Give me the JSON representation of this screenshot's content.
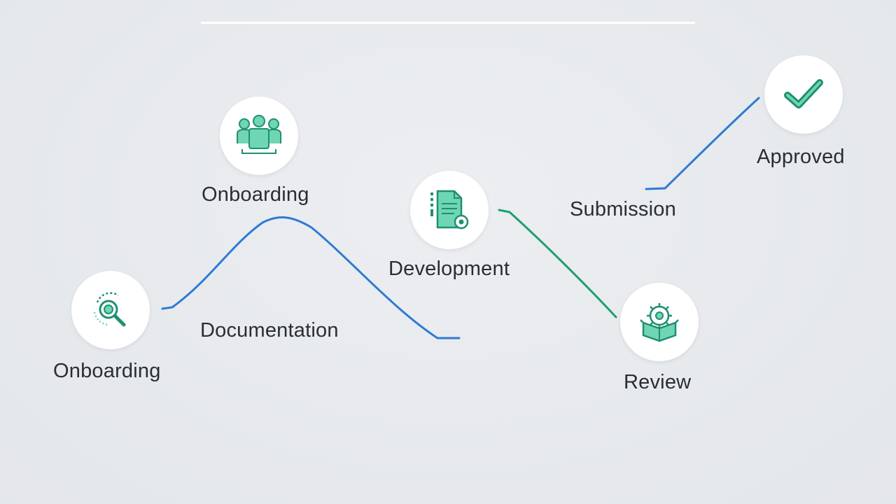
{
  "accents": {
    "primary_line": "#2f7ad6",
    "secondary_line": "#1f9e6f",
    "icon_teal": "#1f8f72",
    "icon_fill": "#6fd6b4"
  },
  "steps": [
    {
      "label": "Onboarding",
      "icon": "magnifier-icon"
    },
    {
      "label": "Onboarding",
      "icon": "team-icon"
    },
    {
      "label": "Documentation"
    },
    {
      "label": "Development",
      "icon": "document-icon"
    },
    {
      "label": "Review",
      "icon": "gear-box-icon"
    },
    {
      "label": "Submission"
    },
    {
      "label": "Approved",
      "icon": "checkmark-icon"
    }
  ]
}
